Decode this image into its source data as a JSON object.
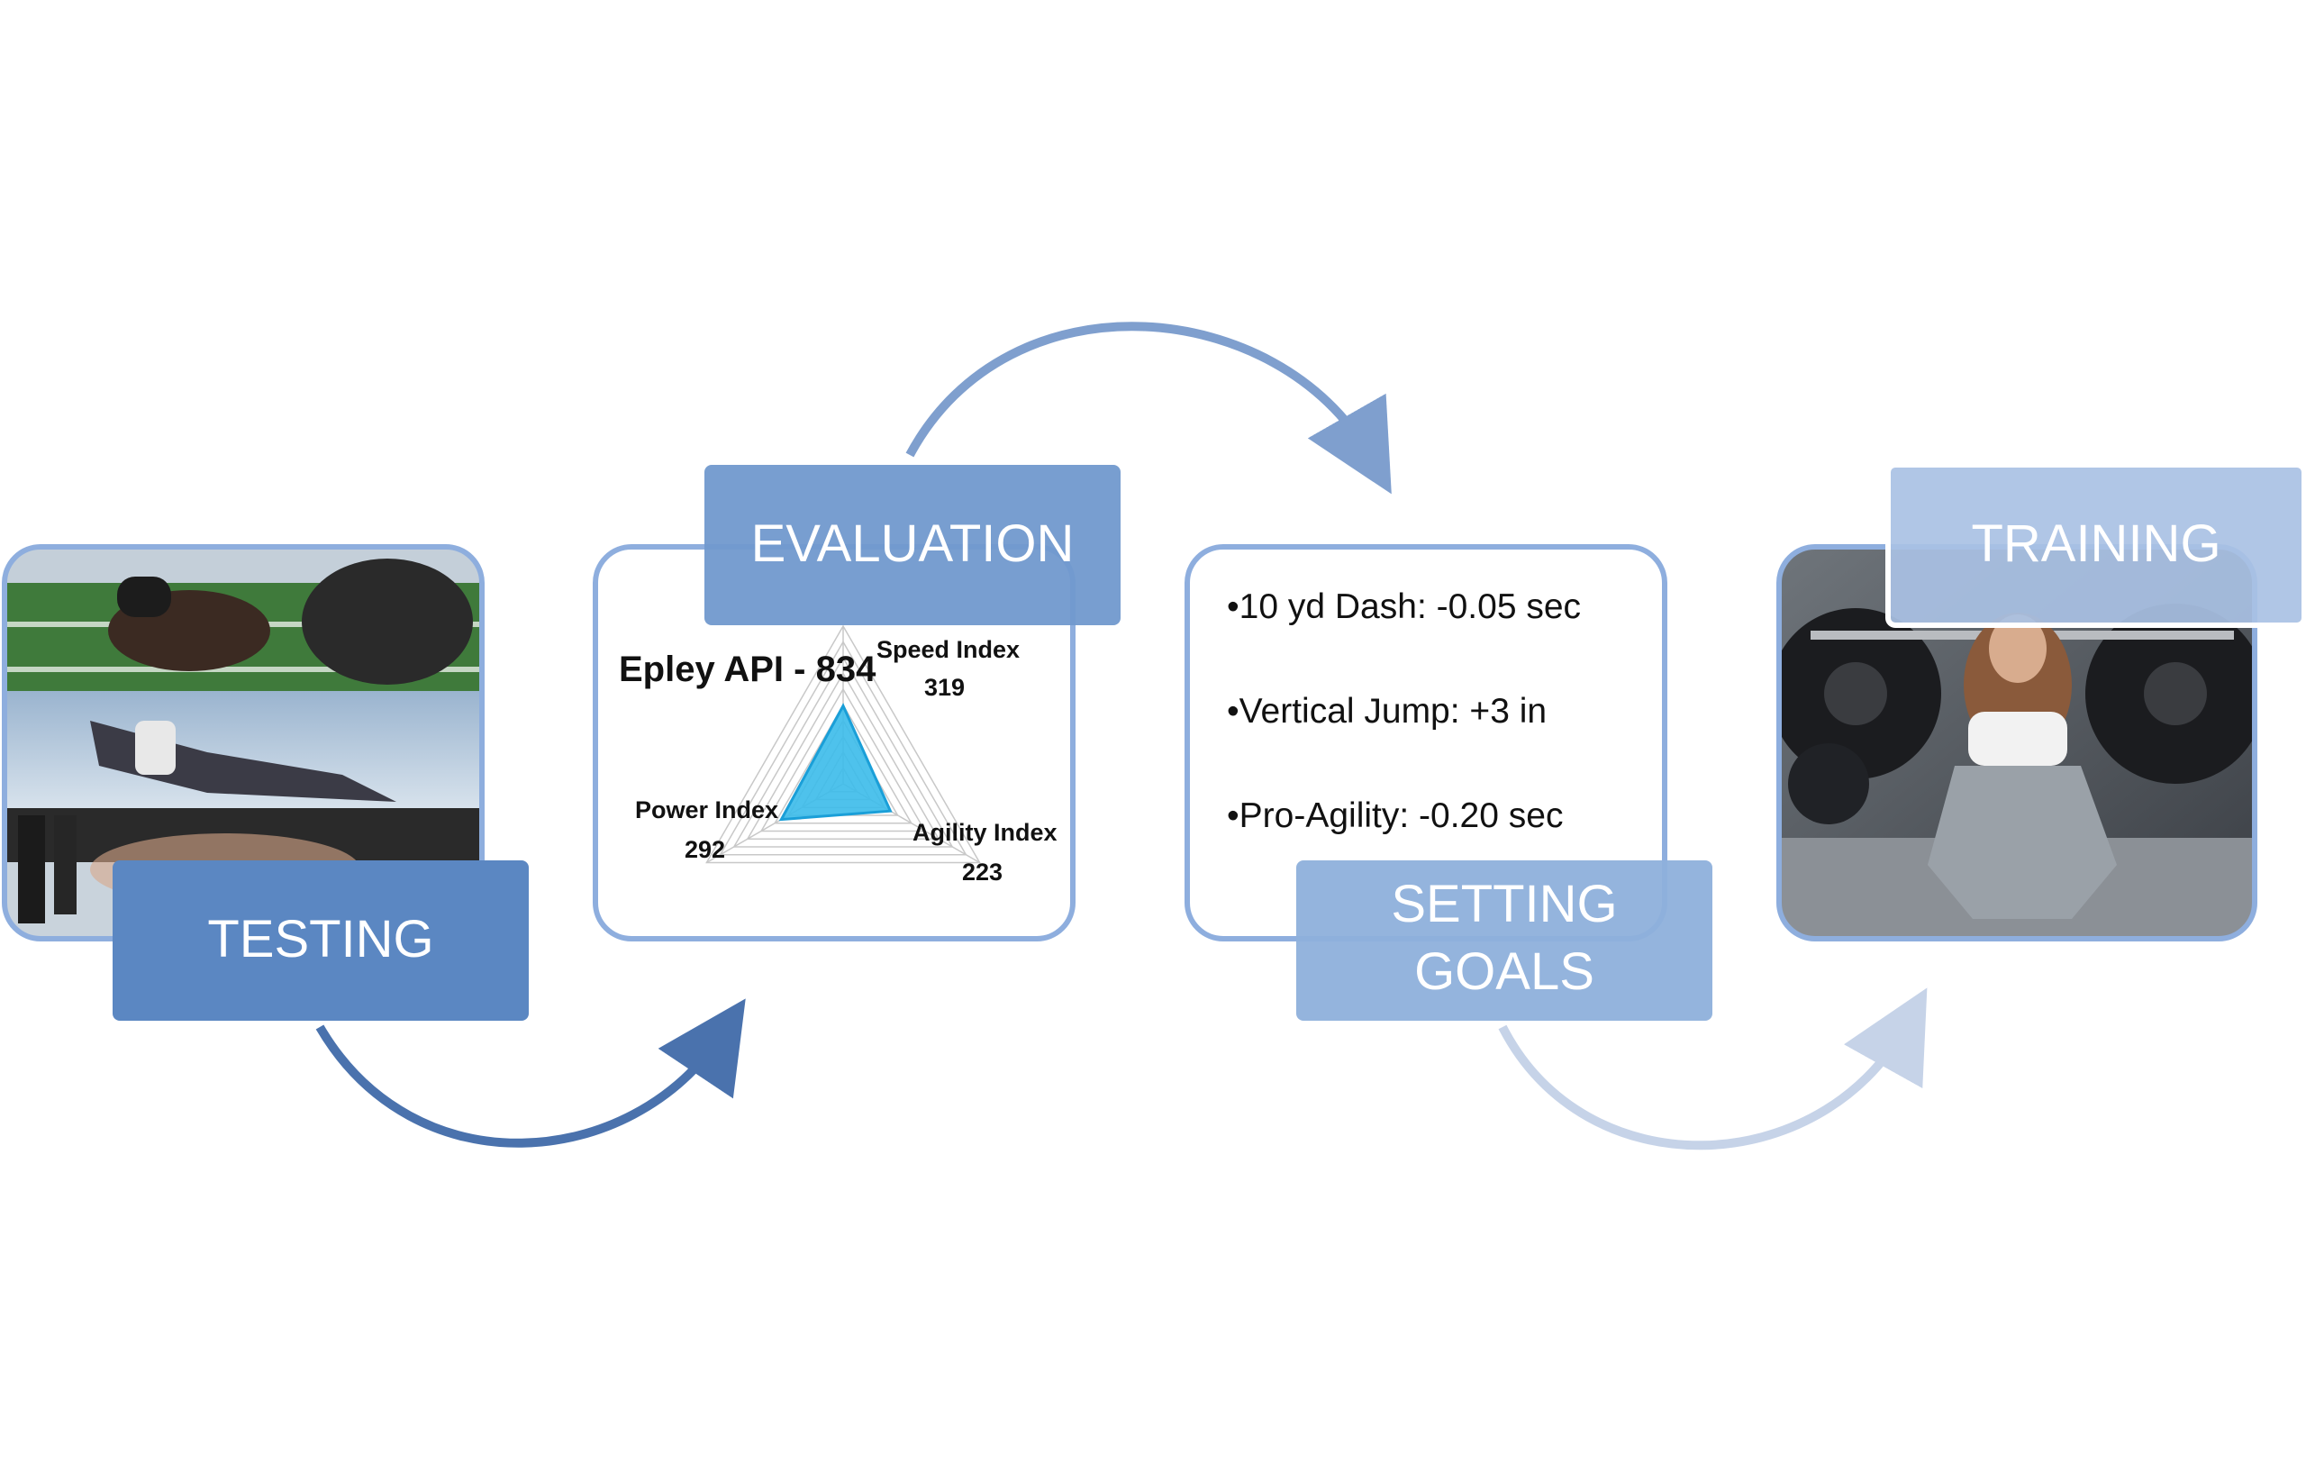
{
  "colors": {
    "stage_dark": "#5b87c2",
    "stage_mid": "#7199cd",
    "stage_light": "#8eb0db",
    "stage_lighter": "#a9c1e4",
    "arrow_1": "#4a72ad",
    "arrow_2": "#7f9fce",
    "arrow_3": "#c6d3e8",
    "frame": "#8eaede",
    "radar_fill": "#3bbbea",
    "radar_stroke": "#1a9fd8"
  },
  "stages": {
    "testing": {
      "label": "TESTING"
    },
    "evaluation": {
      "label": "EVALUATION"
    },
    "setting_goals": {
      "label_line1": "SETTING",
      "label_line2": "GOALS"
    },
    "training": {
      "label": "TRAINING"
    }
  },
  "evaluation_chart": {
    "title": "Epley API - 834"
  },
  "chart_data": {
    "type": "radar",
    "title": "Epley API - 834",
    "axes": [
      {
        "name": "Speed Index",
        "value": 319
      },
      {
        "name": "Agility Index",
        "value": 223
      },
      {
        "name": "Power Index",
        "value": 292
      }
    ],
    "range": [
      0,
      1000
    ],
    "grid": true
  },
  "goals": [
    {
      "text": "•10 yd Dash: -0.05 sec"
    },
    {
      "text": "•Vertical Jump: +3 in"
    },
    {
      "text": "•Pro-Agility: -0.20 sec"
    }
  ],
  "icons": {
    "testing_photo": "athletes-training-photo-icon",
    "training_photo": "squat-barbell-photo-icon"
  }
}
